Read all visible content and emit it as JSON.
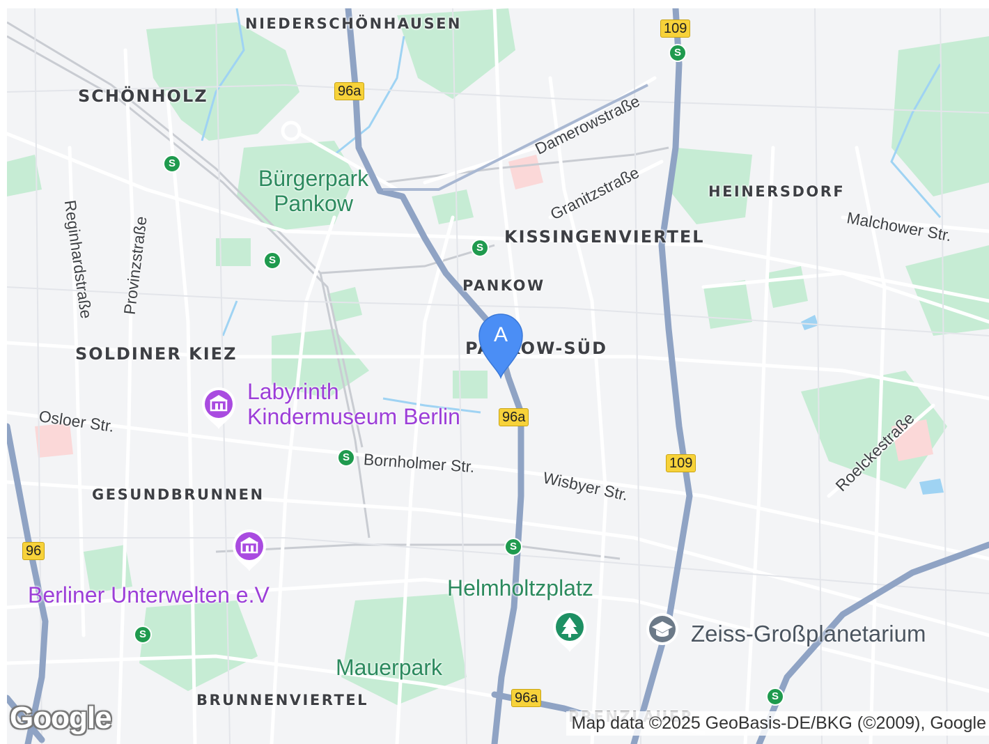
{
  "map": {
    "districts": {
      "niederschoenhausen": "NIEDERSCHÖNHAUSEN",
      "schoenholz": "SCHÖNHOLZ",
      "heinersdorf": "HEINERSDORF",
      "kissingenviertel": "KISSINGENVIERTEL",
      "pankow": "PANKOW",
      "pankow_sued": "PANKOW-SÜD",
      "soldiner_kiez": "SOLDINER KIEZ",
      "gesundbrunnen": "GESUNDBRUNNEN",
      "brunnenviertel": "BRUNNENVIERTEL",
      "prenzlauer": "PRENZLAUER"
    },
    "streets": {
      "damerowstrasse": "Damerowstraße",
      "granitzstrasse": "Granitzstraße",
      "malchower": "Malchower Str.",
      "reginhardstrasse": "Reginhardstraße",
      "provinzstrasse": "Provinzstraße",
      "osloer": "Osloer Str.",
      "bornholmer": "Bornholmer Str.",
      "wisbyer": "Wisbyer Str.",
      "roelckestrasse": "Roelckestraße"
    },
    "parks": {
      "buergerpark_line1": "Bürgerpark",
      "buergerpark_line2": "Pankow",
      "mauerpark": "Mauerpark",
      "helmholtzplatz": "Helmholtzplatz"
    },
    "museums": {
      "labyrinth_line1": "Labyrinth",
      "labyrinth_line2": "Kindermuseum Berlin",
      "unterwelten": "Berliner Unterwelten e.V"
    },
    "pois": {
      "planetarium": "Zeiss-Großplanetarium"
    },
    "road_shields": {
      "r96a_top": "96a",
      "r96a_mid": "96a",
      "r96a_bottom": "96a",
      "r109_top": "109",
      "r109_mid": "109",
      "r96": "96"
    },
    "sbahn_symbol": "S",
    "marker": {
      "label": "A",
      "color": "#4b8ef5"
    },
    "logo": "Google",
    "attribution": "Map data ©2025 GeoBasis-DE/BKG (©2009), Google"
  },
  "colors": {
    "background": "#f3f4f6",
    "park": "#c6ecd4",
    "major_road": "#8fa3c4",
    "minor_road": "#ffffff",
    "water": "#9fd3f3",
    "park_text": "#2c8a5e",
    "museum_text": "#9c3ed8",
    "sbahn": "#1f9a4e",
    "shield": "#f7d23a"
  }
}
